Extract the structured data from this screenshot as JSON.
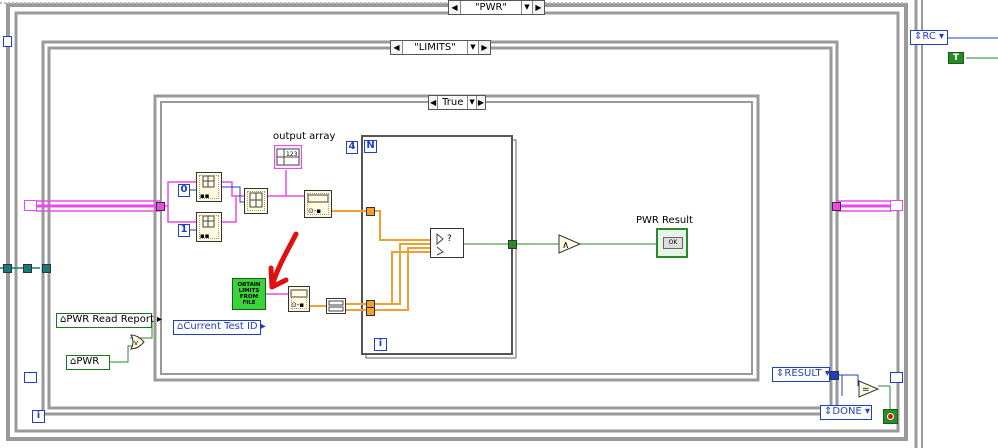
{
  "outer_case": {
    "selector": "\"PWR\""
  },
  "limits_case": {
    "selector": "\"LIMITS\""
  },
  "true_case": {
    "selector": "True"
  },
  "constants": {
    "index0": "0",
    "index1": "1",
    "loop_count": "4",
    "bool_true": "T"
  },
  "labels": {
    "output_array": "output array",
    "pwr_result": "PWR Result",
    "pwr_result_indicator": "OK"
  },
  "subvi": {
    "obtain_limits": "OBTAIN LIMITS FROM FILE"
  },
  "controls": {
    "pwr_read_report": "PWR Read Report",
    "pwr": "PWR",
    "current_test_id": "Current Test ID",
    "result": "RESULT",
    "done": "DONE",
    "rc": "RC"
  },
  "iteration_terminal": "i",
  "loop_count_terminal": "N",
  "colors": {
    "frame_gray": "#a9a9a9",
    "wire_pink": "#e84be8",
    "wire_orange": "#f0a030",
    "wire_green": "#2a8a2a",
    "wire_blue": "#1f3fc4",
    "arrow_red": "#e01010",
    "subvi_green": "#3ad33a"
  }
}
